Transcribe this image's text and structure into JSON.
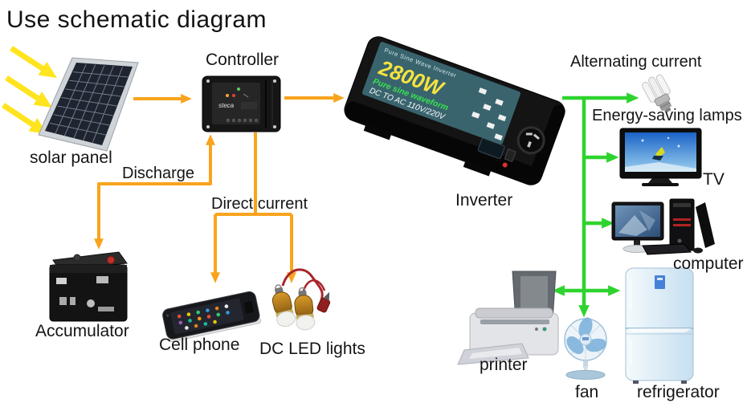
{
  "title": "Use schematic diagram",
  "colors": {
    "dc_arrow": "#F8A41D",
    "ac_arrow": "#2ED42E",
    "sun_ray": "#FFE41E"
  },
  "nodes": {
    "solar_panel": {
      "label": "solar panel"
    },
    "controller": {
      "label": "Controller",
      "brand": "steca"
    },
    "inverter": {
      "label": "Inverter",
      "panel_text": {
        "line1": "Pure Sine Wave Inverter",
        "power": "2800W",
        "waveform": "Pure sine waveform",
        "voltage": "DC TO AC 110V/220V"
      }
    },
    "accumulator": {
      "label": "Accumulator"
    },
    "cell_phone": {
      "label": "Cell phone"
    },
    "dc_led_lights": {
      "label": "DC LED lights"
    },
    "lamps": {
      "label": "Energy-saving lamps"
    },
    "tv": {
      "label": "TV"
    },
    "computer": {
      "label": "computer"
    },
    "printer": {
      "label": "printer"
    },
    "fan": {
      "label": "fan"
    },
    "refrigerator": {
      "label": "refrigerator"
    }
  },
  "flow_labels": {
    "discharge": "Discharge",
    "direct_current": "Direct current",
    "alternating_current": "Alternating current"
  },
  "connections": [
    {
      "from": "solar panel",
      "to": "controller",
      "type": "dc"
    },
    {
      "from": "controller",
      "to": "inverter",
      "type": "dc"
    },
    {
      "from": "controller",
      "to": "accumulator",
      "type": "discharge",
      "bidirectional": true
    },
    {
      "from": "controller",
      "to": "cell phone",
      "type": "direct current"
    },
    {
      "from": "controller",
      "to": "dc led lights",
      "type": "direct current"
    },
    {
      "from": "inverter",
      "to": "energy-saving lamps",
      "type": "alternating current"
    },
    {
      "from": "inverter",
      "to": "tv",
      "type": "alternating current"
    },
    {
      "from": "inverter",
      "to": "computer",
      "type": "alternating current"
    },
    {
      "from": "inverter",
      "to": "printer",
      "type": "alternating current"
    },
    {
      "from": "inverter",
      "to": "fan",
      "type": "alternating current"
    },
    {
      "from": "inverter",
      "to": "refrigerator",
      "type": "alternating current"
    }
  ]
}
